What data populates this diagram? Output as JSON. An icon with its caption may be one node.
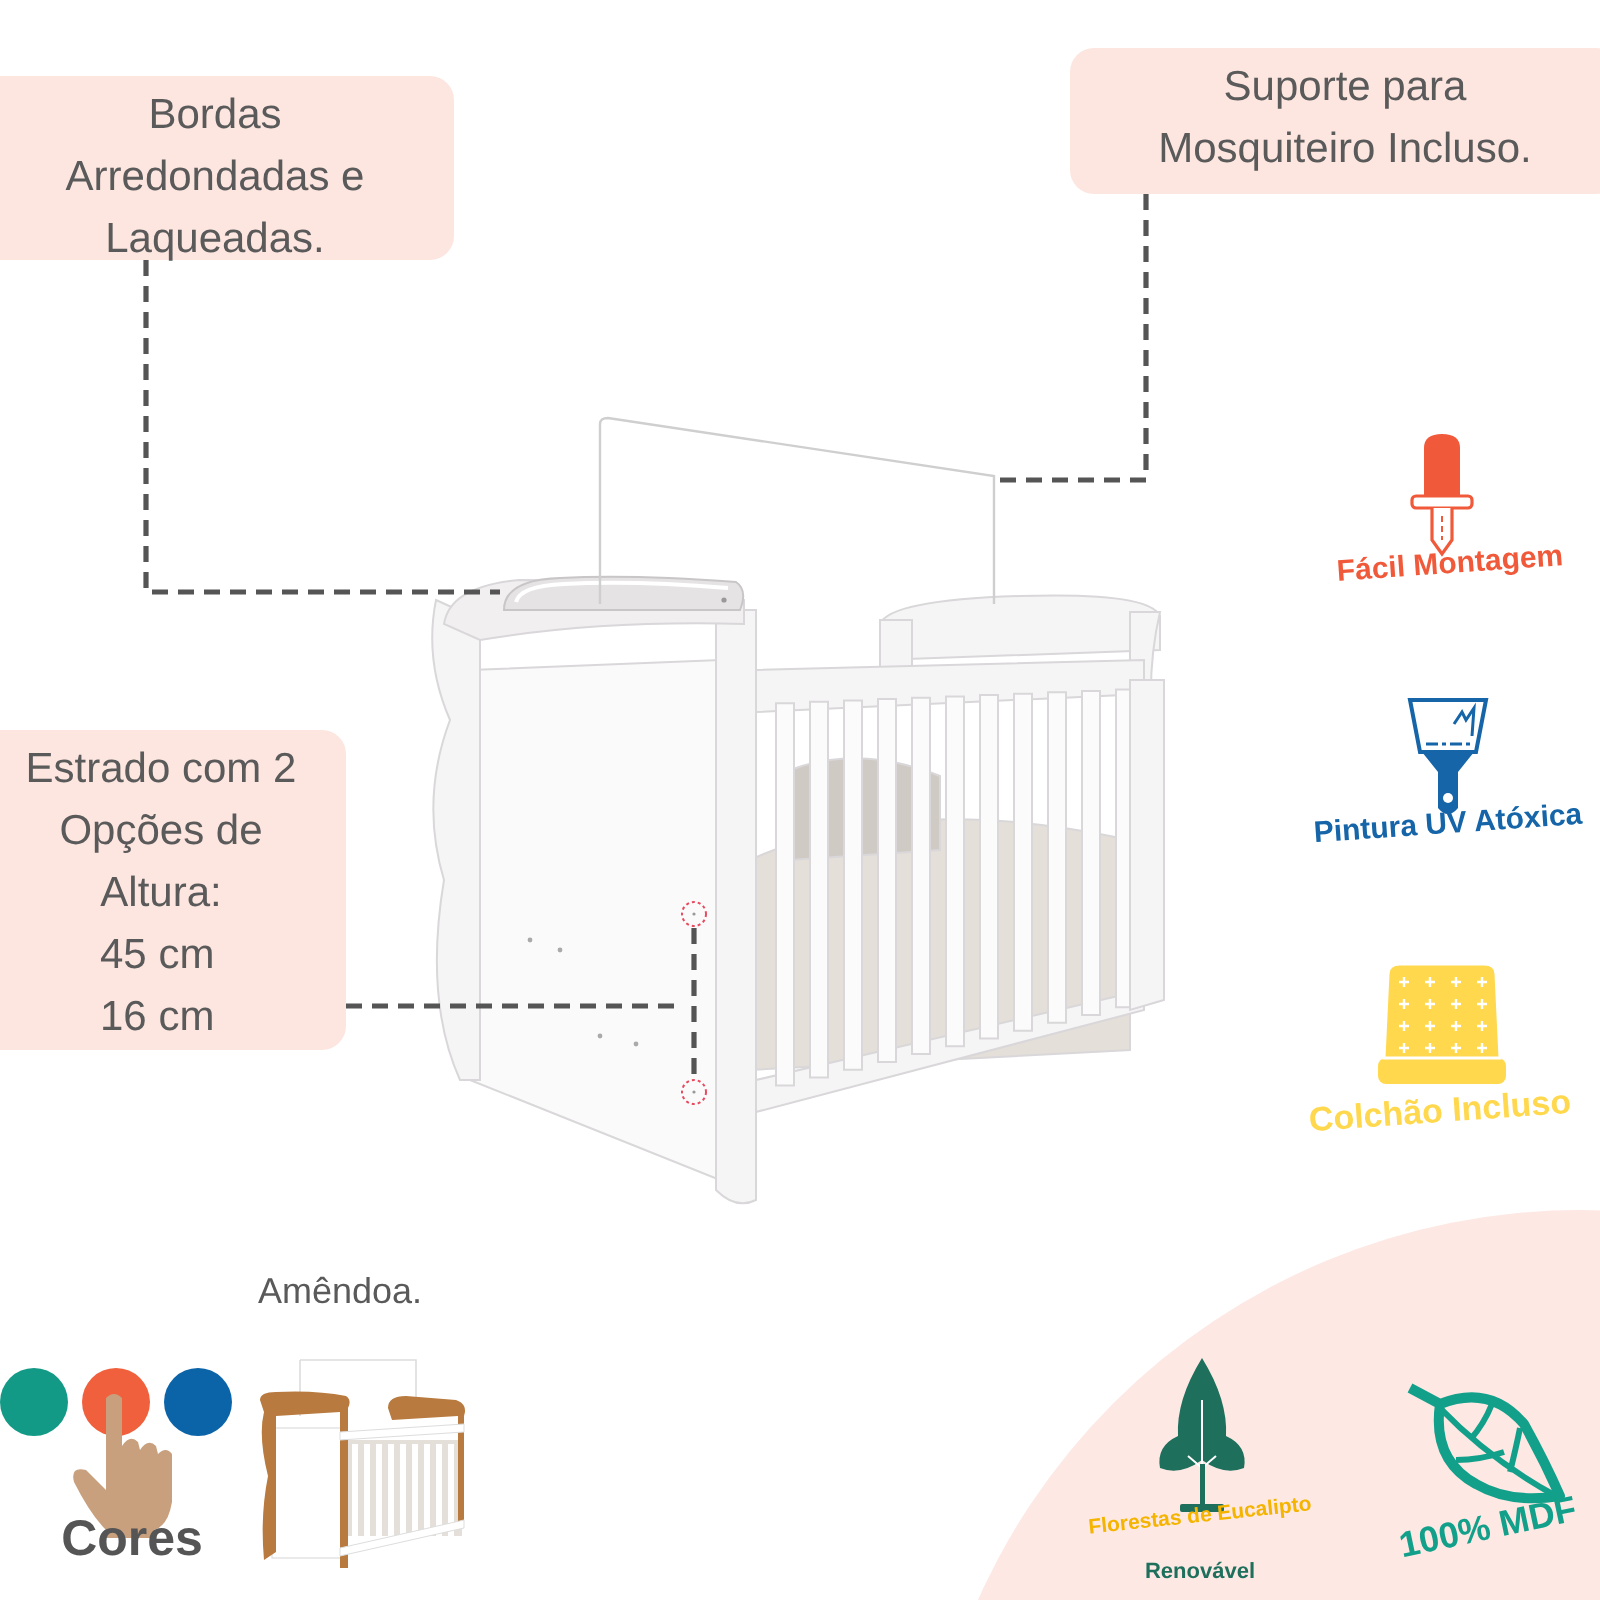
{
  "diagram": {
    "nodes": [
      {
        "text": [
          "Bordas Arredondadas e Laqueadas."
        ]
      },
      {
        "text": [
          "Suporte para Mosquiteiro Incluso."
        ]
      },
      {
        "text": [
          "Estrado com 2 Opções de Altura:",
          "45 cm",
          "16 cm"
        ]
      },
      {
        "text": [],
        "shape": "picture"
      },
      {
        "text": [],
        "shape": "picture",
        "in": 3
      },
      {
        "text": [],
        "shape": "picture"
      },
      {
        "text": [],
        "shape": "picture",
        "in": 3
      }
    ],
    "edges": [
      {
        "from": 0,
        "to": 4,
        "arrow": "none",
        "style": "dashed"
      },
      {
        "from": 1,
        "to": 5,
        "arrow": "none",
        "style": "dashed"
      },
      {
        "from": 2,
        "to": 6,
        "arrow": "none",
        "style": "dashed"
      }
    ],
    "labels": [
      "Fácil Montagem",
      "Pintura UV Atóxica",
      "Colchão Incluso",
      "Amêndoa.",
      "Cores",
      "Florestas de Eucalipto",
      "Renovável",
      "100% MDF"
    ]
  }
}
